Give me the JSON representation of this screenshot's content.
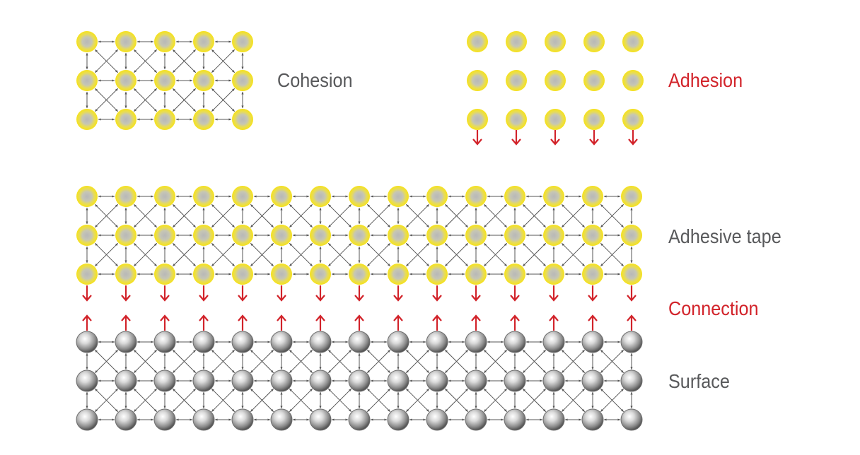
{
  "labels": {
    "cohesion": "Cohesion",
    "adhesion": "Adhesion",
    "adhesive_tape": "Adhesive tape",
    "connection": "Connection",
    "surface": "Surface"
  },
  "colors": {
    "gray_label": "#58595b",
    "red_label": "#d2232a",
    "arrow_red": "#d2232a",
    "link_gray": "#555555",
    "particle_yellow_ring": "#f6e21a",
    "particle_gray_dark": "#6e6e6e"
  }
}
